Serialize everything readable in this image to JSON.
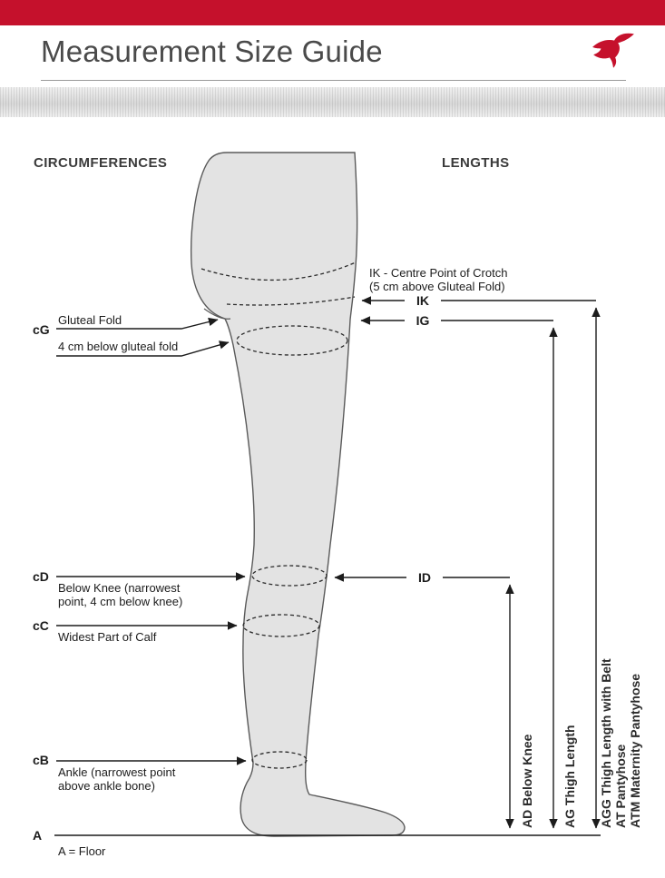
{
  "colors": {
    "brand_red": "#c5112c",
    "leg_fill": "#e3e3e3"
  },
  "header": {
    "title": "Measurement Size Guide"
  },
  "headings": {
    "circumferences": "CIRCUMFERENCES",
    "lengths": "LENGTHS"
  },
  "circumferences": {
    "cg_code": "cG",
    "gluteal_fold_label": "Gluteal Fold",
    "cg_label": "4 cm below gluteal fold",
    "cd_code": "cD",
    "cd_label": "Below Knee (narrowest\npoint, 4 cm below knee)",
    "cc_code": "cC",
    "cc_label": "Widest Part of Calf",
    "cb_code": "cB",
    "cb_label": "Ankle (narrowest point\nabove ankle bone)",
    "a_code": "A",
    "a_label": "A = Floor"
  },
  "lengths": {
    "ik_note": "IK - Centre Point of Crotch\n(5 cm above Gluteal Fold)",
    "ik_code": "IK",
    "ig_code": "IG",
    "id_code": "ID",
    "ad_label": "AD Below Knee",
    "ag_label": "AG Thigh Length",
    "agg_label": "AGG Thigh Length with Belt",
    "at_label": "AT Pantyhose",
    "atm_label": "ATM Maternity Pantyhose"
  }
}
